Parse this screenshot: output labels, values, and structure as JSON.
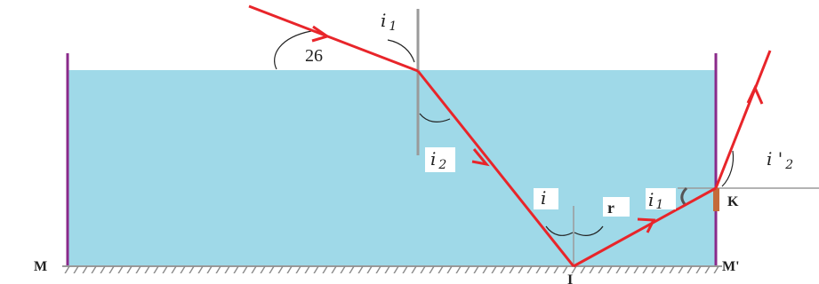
{
  "colors": {
    "water": "#9fd9e8",
    "tank_wall": "#8a2a8a",
    "ray": "#e8252a",
    "normal": "#9a9a9a",
    "mirror_hatch": "#8a8a8a",
    "arc": "#222222",
    "label_box": "#ffffff"
  },
  "labels": {
    "angle_26": "26",
    "i1": "i",
    "i1_sub": "1",
    "i2": "i",
    "i2_sub": "2",
    "i_at_I": "i",
    "r": "r",
    "i_at_K": "i",
    "i_at_K_sub": "1",
    "i2_prime": "i '",
    "i2_prime_sub": "2",
    "point_K": "K",
    "point_I": "I",
    "mirror_left": "M",
    "mirror_right": "M'"
  }
}
